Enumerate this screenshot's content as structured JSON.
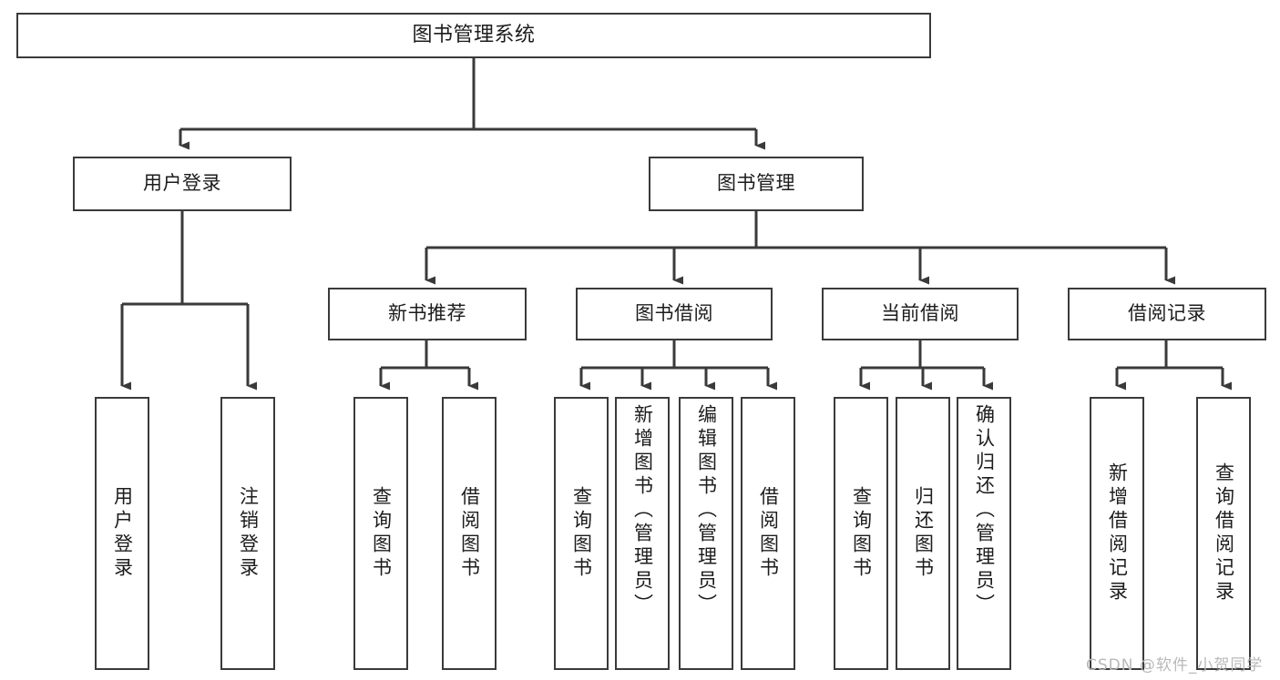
{
  "diagram": {
    "kind": "functional-structure-tree",
    "title": "图书管理系统",
    "background_color": "#ffffff",
    "line_color": "#3a3a3a",
    "text_color": "#1c1c1c",
    "levels": 4,
    "nodes": {
      "root": {
        "label": "图书管理系统"
      },
      "level2": [
        {
          "label": "用户登录"
        },
        {
          "label": "图书管理"
        }
      ],
      "level3": [
        {
          "label": "新书推荐"
        },
        {
          "label": "图书借阅"
        },
        {
          "label": "当前借阅"
        },
        {
          "label": "借阅记录"
        }
      ],
      "leaves": {
        "user_login": [
          {
            "label": "用户登录"
          },
          {
            "label": "注销登录"
          }
        ],
        "new_book_recommend": [
          {
            "label": "查询图书"
          },
          {
            "label": "借阅图书"
          }
        ],
        "book_borrow": [
          {
            "label": "查询图书"
          },
          {
            "label": "新增图书（管理员）"
          },
          {
            "label": "编辑图书（管理员）"
          },
          {
            "label": "借阅图书"
          }
        ],
        "current_borrow": [
          {
            "label": "查询图书"
          },
          {
            "label": "归还图书"
          },
          {
            "label": "确认归还（管理员）"
          }
        ],
        "borrow_record": [
          {
            "label": "新增借阅记录"
          },
          {
            "label": "查询借阅记录"
          }
        ]
      }
    }
  },
  "watermark": {
    "text": "CSDN @软件_小贺同学",
    "color": "#b9b9b9"
  }
}
